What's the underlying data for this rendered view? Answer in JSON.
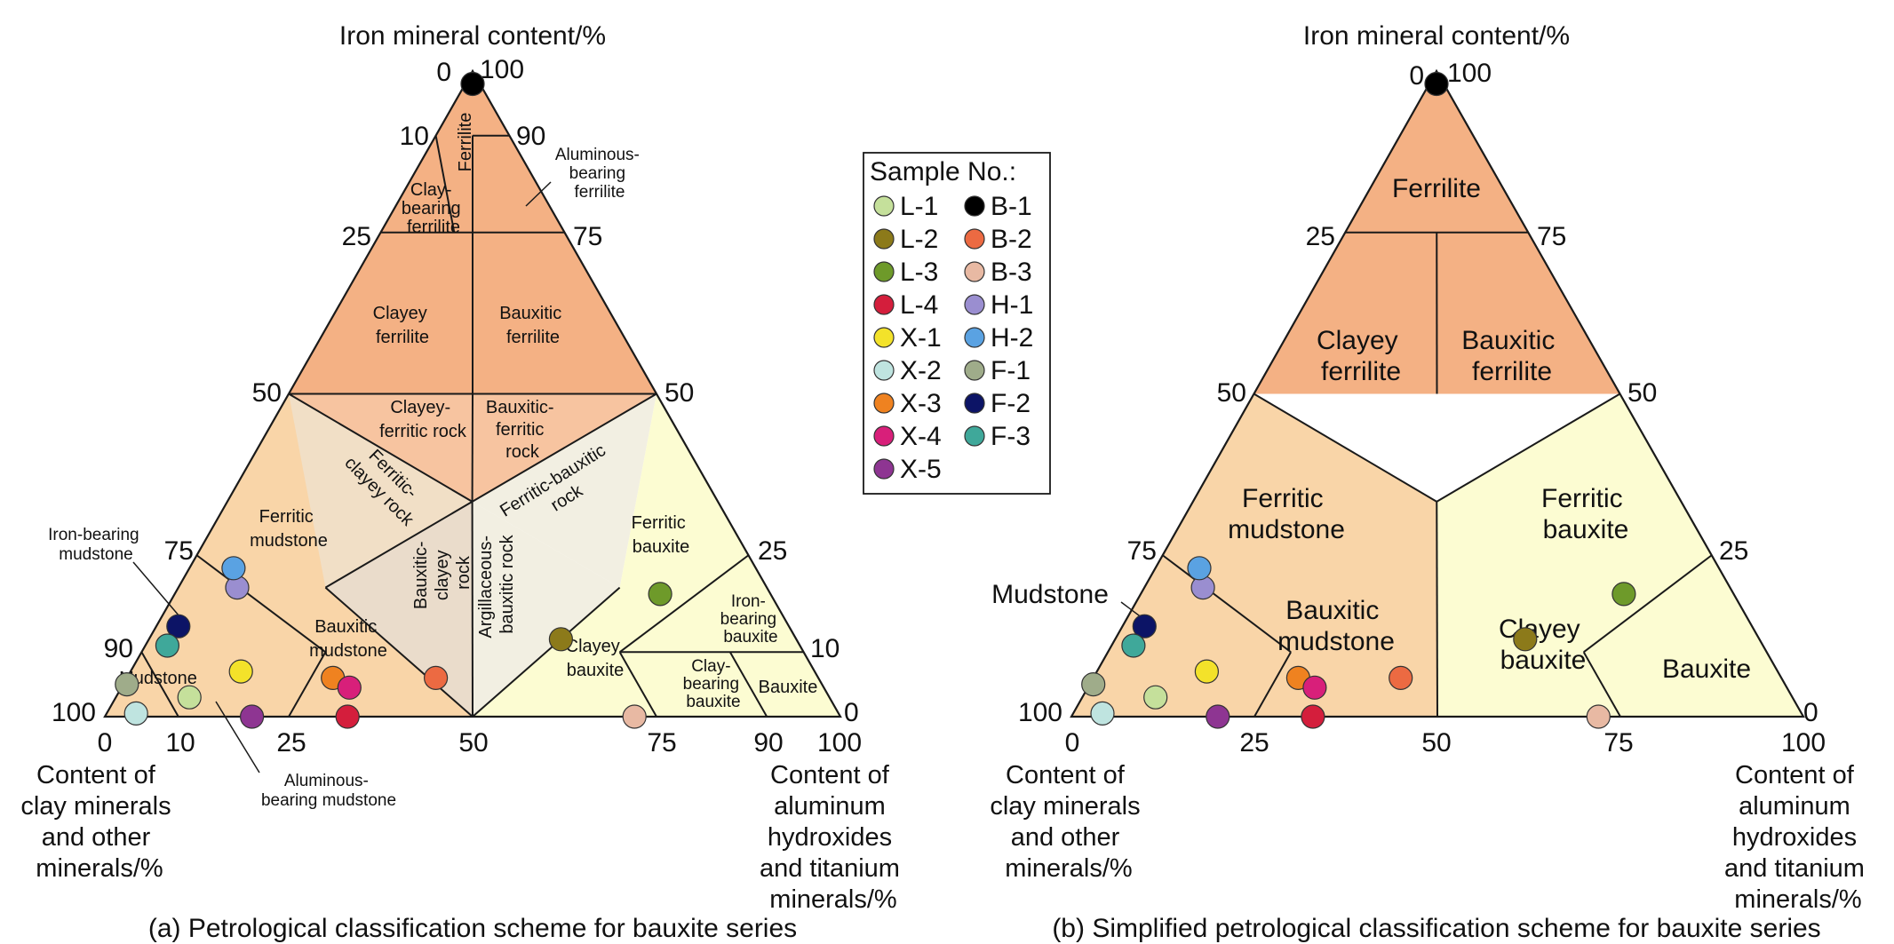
{
  "colors": {
    "outline": "#1a1a1a",
    "ferrilite": "#f4b184",
    "ferrite_rock": "#f7c4a0",
    "mudstone": "#f9d5a8",
    "ferritic_clayey_rock": "#f1dfc6",
    "bauxitic_clayey_rock": "#eadccb",
    "argillaceous_bauxitic_rock": "#f2efe2",
    "ferritic_bauxitic_rock": "#f2efe2",
    "bauxite": "#fcfcd2"
  },
  "panel_a": {
    "top_title": "Iron mineral content/%",
    "left_axis_title": [
      "Content of",
      "clay minerals",
      "and other",
      "minerals/%"
    ],
    "right_axis_title": [
      "Content of",
      "aluminum",
      "hydroxides",
      "and titanium",
      "minerals/%"
    ],
    "caption": "(a) Petrological classification scheme for bauxite series",
    "left_ticks": [
      "0",
      "10",
      "25",
      "50",
      "75",
      "90",
      "100"
    ],
    "right_ticks": [
      "100",
      "90",
      "75",
      "50",
      "25",
      "10",
      "0"
    ],
    "bottom_ticks": [
      "0",
      "10",
      "25",
      "50",
      "75",
      "90",
      "100"
    ],
    "regions": {
      "ferrilite": "Ferrilite",
      "clay_bearing_ferrilite": [
        "Clay-",
        "bearing",
        "ferrilite"
      ],
      "aluminous_bearing_ferrilite": [
        "Aluminous-",
        "bearing",
        "ferrilite"
      ],
      "clayey_ferrilite": [
        "Clayey",
        "ferrilite"
      ],
      "bauxitic_ferrilite": [
        "Bauxitic",
        "ferrilite"
      ],
      "clayey_ferritic_rock": [
        "Clayey-",
        "ferritic rock"
      ],
      "bauxitic_ferritic_rock": [
        "Bauxitic-",
        "ferritic",
        "rock"
      ],
      "ferritic_clayey_rock": [
        "Ferritic-",
        "clayey rock"
      ],
      "ferritic_bauxitic_rock": [
        "Ferritic-bauxitic",
        "rock"
      ],
      "ferritic_mudstone": [
        "Ferritic",
        "mudstone"
      ],
      "ferritic_bauxite": [
        "Ferritic",
        "bauxite"
      ],
      "bauxitic_clayey_rock": [
        "Bauxitic-",
        "clayey",
        "rock"
      ],
      "argillaceous_bauxitic_rock": [
        "Argillaceous-",
        "bauxitic rock"
      ],
      "iron_bearing_mudstone": [
        "Iron-bearing",
        "mudstone"
      ],
      "mudstone": "Mudstone",
      "bauxitic_mudstone": [
        "Bauxitic",
        "mudstone"
      ],
      "aluminous_bearing_mudstone": [
        "Aluminous-",
        "bearing mudstone"
      ],
      "clayey_bauxite": [
        "Clayey",
        "bauxite"
      ],
      "iron_bearing_bauxite": [
        "Iron-",
        "bearing",
        "bauxite"
      ],
      "clay_bearing_bauxite": [
        "Clay-",
        "bearing",
        "bauxite"
      ],
      "bauxite": "Bauxite"
    }
  },
  "panel_b": {
    "top_title": "Iron mineral content/%",
    "left_axis_title": [
      "Content of",
      "clay minerals",
      "and other",
      "minerals/%"
    ],
    "right_axis_title": [
      "Content of",
      "aluminum",
      "hydroxides",
      "and titanium",
      "minerals/%"
    ],
    "caption": "(b) Simplified petrological classification scheme for bauxite series",
    "left_ticks": [
      "0",
      "25",
      "50",
      "75",
      "100"
    ],
    "right_ticks": [
      "100",
      "75",
      "50",
      "25",
      "0"
    ],
    "bottom_ticks": [
      "0",
      "25",
      "50",
      "75",
      "100"
    ],
    "regions": {
      "ferrilite": "Ferrilite",
      "clayey_ferrilite": [
        "Clayey",
        "ferrilite"
      ],
      "bauxitic_ferrilite": [
        "Bauxitic",
        "ferrilite"
      ],
      "ferritic_mudstone": [
        "Ferritic",
        "mudstone"
      ],
      "ferritic_bauxite": [
        "Ferritic",
        "bauxite"
      ],
      "mudstone": "Mudstone",
      "bauxitic_mudstone": [
        "Bauxitic",
        "mudstone"
      ],
      "clayey_bauxite": [
        "Clayey",
        "bauxite"
      ],
      "bauxite": "Bauxite"
    }
  },
  "legend": {
    "title": "Sample No.:",
    "items_left": [
      "L-1",
      "L-2",
      "L-3",
      "L-4",
      "X-1",
      "X-2",
      "X-3",
      "X-4",
      "X-5"
    ],
    "items_right": [
      "B-1",
      "B-2",
      "B-3",
      "H-1",
      "H-2",
      "F-1",
      "F-2",
      "F-3"
    ]
  },
  "chart_data": {
    "type": "scatter",
    "coordinate_system": "ternary",
    "components": [
      "Iron mineral content/%",
      "Content of clay minerals and other minerals/%",
      "Content of aluminum hydroxides and titanium minerals/%"
    ],
    "samples": [
      {
        "name": "B-1",
        "color": "#000000",
        "iron": 98,
        "alum": 1
      },
      {
        "name": "L-1",
        "color": "#c5e09b",
        "iron": 3,
        "alum": 10
      },
      {
        "name": "L-2",
        "color": "#8c7a1a",
        "iron": 12,
        "alum": 56
      },
      {
        "name": "L-3",
        "color": "#6e9a2a",
        "iron": 19,
        "alum": 66
      },
      {
        "name": "L-4",
        "color": "#d41e3c",
        "iron": 0,
        "alum": 33
      },
      {
        "name": "X-1",
        "color": "#f3e22a",
        "iron": 7,
        "alum": 15
      },
      {
        "name": "X-2",
        "color": "#bfe4e0",
        "iron": 0.5,
        "alum": 4
      },
      {
        "name": "X-3",
        "color": "#ef8220",
        "iron": 6,
        "alum": 28
      },
      {
        "name": "X-4",
        "color": "#d81f7a",
        "iron": 4.5,
        "alum": 31
      },
      {
        "name": "X-5",
        "color": "#8e3592",
        "iron": 0,
        "alum": 20
      },
      {
        "name": "B-2",
        "color": "#ec6a42",
        "iron": 6,
        "alum": 42
      },
      {
        "name": "B-3",
        "color": "#e8b9a3",
        "iron": 0,
        "alum": 72
      },
      {
        "name": "H-1",
        "color": "#9a8ed0",
        "iron": 20,
        "alum": 8
      },
      {
        "name": "H-2",
        "color": "#5aa2e2",
        "iron": 23,
        "alum": 6
      },
      {
        "name": "F-1",
        "color": "#9fac8a",
        "iron": 5,
        "alum": 0.5
      },
      {
        "name": "F-2",
        "color": "#0c1466",
        "iron": 14,
        "alum": 3
      },
      {
        "name": "F-3",
        "color": "#3fa89a",
        "iron": 11,
        "alum": 3
      }
    ]
  }
}
